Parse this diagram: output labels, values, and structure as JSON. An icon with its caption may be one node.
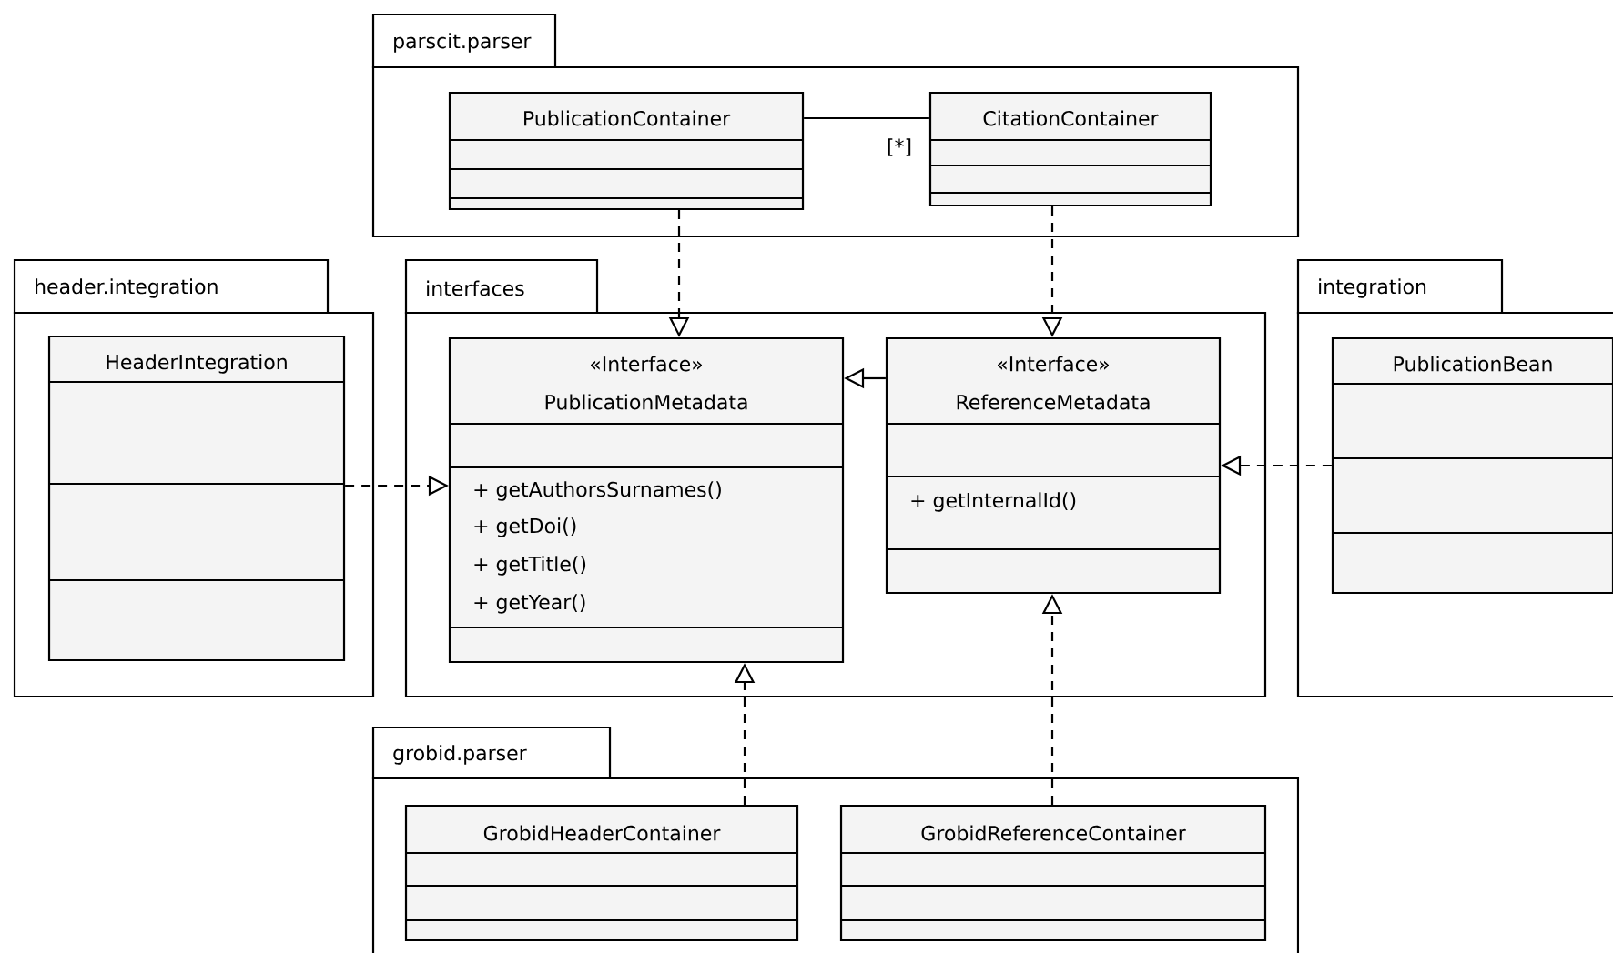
{
  "diagram": {
    "nodes": [
      {
        "text": [
          "parscit.parser"
        ]
      },
      {
        "text": [
          "PublicationContainer"
        ],
        "in": 0
      },
      {
        "text": [
          "CitationContainer"
        ],
        "in": 0
      },
      {
        "text": [
          "header.integration"
        ]
      },
      {
        "text": [
          "HeaderIntegration"
        ],
        "in": 3
      },
      {
        "text": [
          "interfaces"
        ]
      },
      {
        "text": [
          "«Interface»",
          "PublicationMetadata",
          "+ getAuthorsSurnames()",
          "+ getDoi()",
          "+ getTitle()",
          "+ getYear()"
        ],
        "in": 5
      },
      {
        "text": [
          "«Interface»",
          "ReferenceMetadata",
          "+ getInternalId()"
        ],
        "in": 5
      },
      {
        "text": [
          "integration"
        ]
      },
      {
        "text": [
          "PublicationBean"
        ],
        "in": 8
      },
      {
        "text": [
          "grobid.parser"
        ]
      },
      {
        "text": [
          "GrobidHeaderContainer"
        ],
        "in": 10
      },
      {
        "text": [
          "GrobidReferenceContainer"
        ],
        "in": 10
      }
    ],
    "edges": [
      {
        "from": 1,
        "to": 6,
        "arrow": "to",
        "style": "dashed"
      },
      {
        "from": 2,
        "to": 7,
        "arrow": "to",
        "style": "dashed"
      },
      {
        "from": 4,
        "to": 6,
        "arrow": "to",
        "style": "dashed"
      },
      {
        "from": 9,
        "to": 7,
        "arrow": "to",
        "style": "dashed"
      },
      {
        "from": 11,
        "to": 6,
        "arrow": "to",
        "style": "dashed"
      },
      {
        "from": 12,
        "to": 7,
        "arrow": "to",
        "style": "dashed"
      },
      {
        "from": 7,
        "to": 6,
        "arrow": "to"
      },
      {
        "from": 1,
        "to": 2,
        "arrow": "none",
        "label": "[*]"
      }
    ]
  }
}
